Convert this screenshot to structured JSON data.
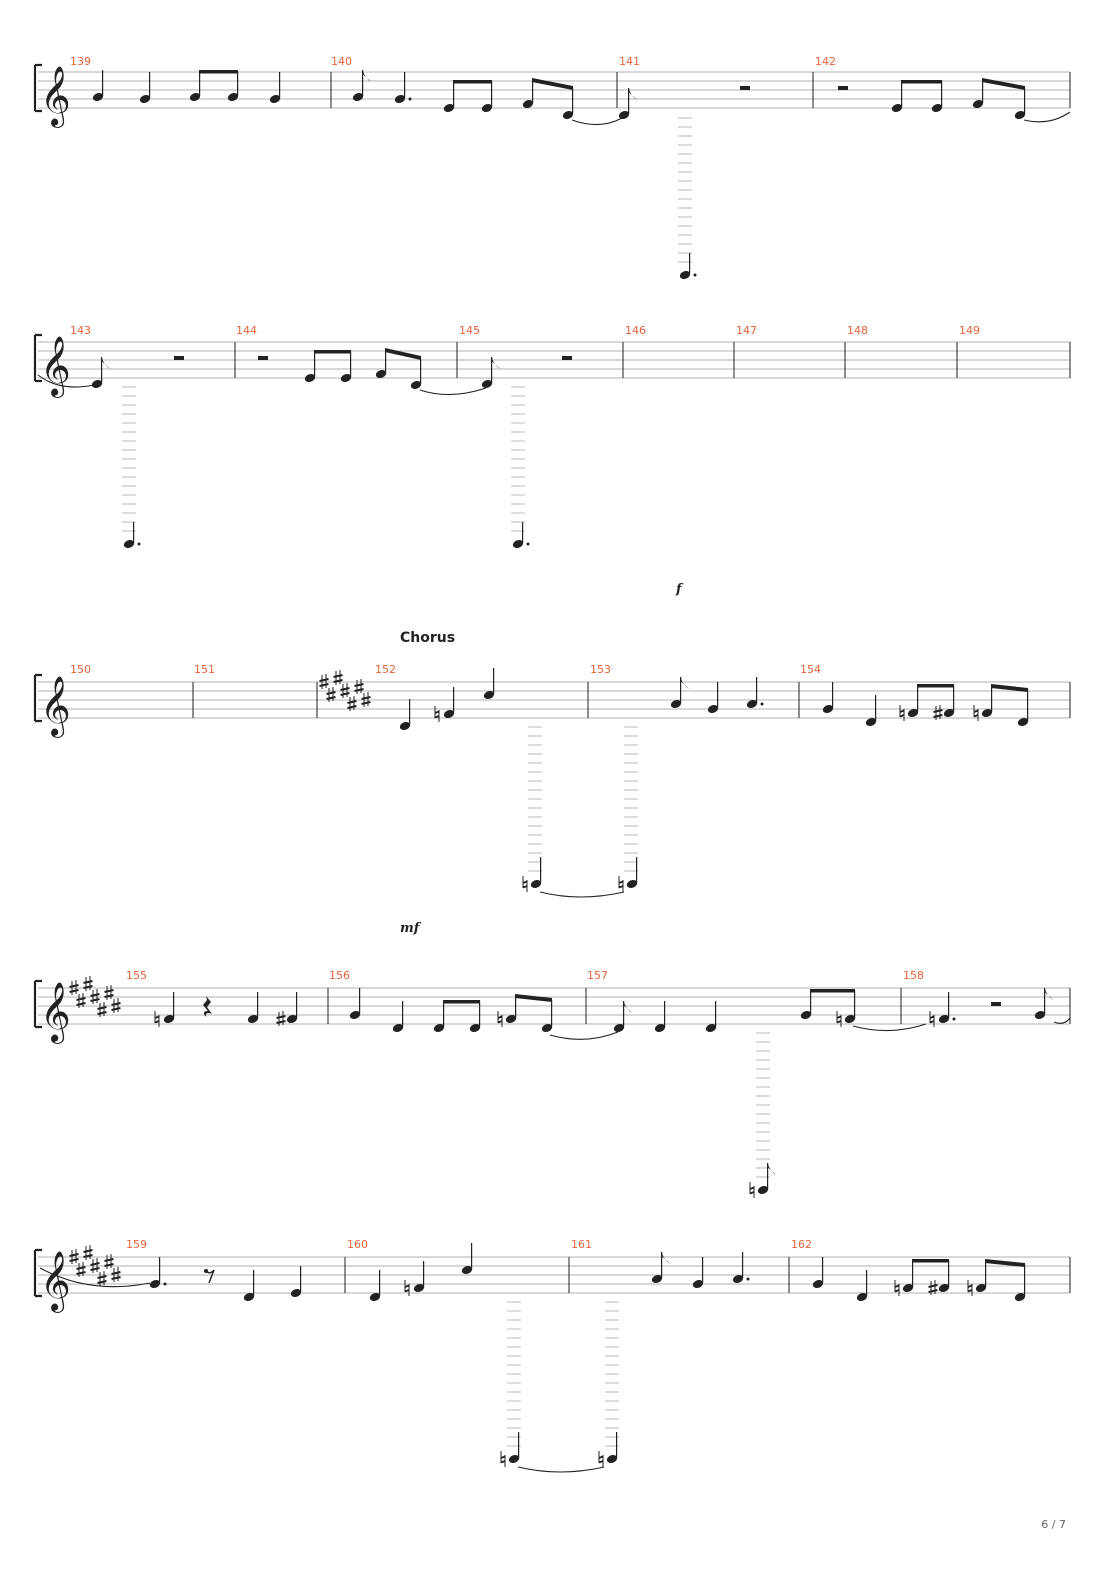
{
  "page_number": "6 / 7",
  "systems": [
    {
      "measures": [
        "139",
        "140",
        "141",
        "142"
      ]
    },
    {
      "measures": [
        "143",
        "144",
        "145",
        "146",
        "147",
        "148",
        "149"
      ]
    },
    {
      "measures": [
        "150",
        "151",
        "152",
        "153",
        "154"
      ]
    },
    {
      "measures": [
        "155",
        "156",
        "157",
        "158"
      ]
    },
    {
      "measures": [
        "159",
        "160",
        "161",
        "162"
      ]
    }
  ],
  "annotations": {
    "section_chorus": "Chorus",
    "dynamic_f": "f",
    "dynamic_mf": "mf"
  }
}
